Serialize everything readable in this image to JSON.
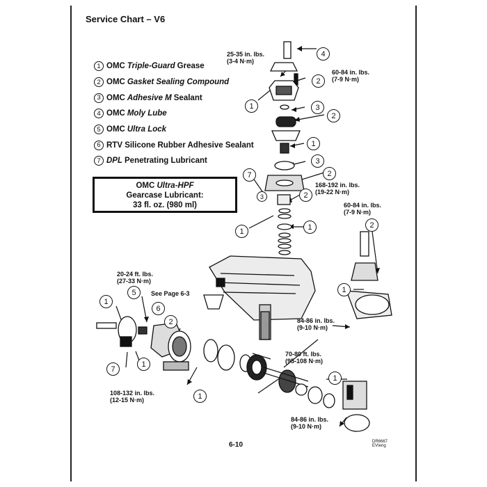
{
  "title": "Service Chart – V6",
  "legend": [
    {
      "num": "1",
      "brand": "OMC",
      "product": "Triple-Guard",
      "suffix": "Grease"
    },
    {
      "num": "2",
      "brand": "OMC",
      "product": "Gasket Sealing Compound",
      "suffix": ""
    },
    {
      "num": "3",
      "brand": "OMC",
      "product": "Adhesive M",
      "suffix": "Sealant"
    },
    {
      "num": "4",
      "brand": "OMC",
      "product": "Moly Lube",
      "suffix": ""
    },
    {
      "num": "5",
      "brand": "OMC",
      "product": "Ultra Lock",
      "suffix": ""
    },
    {
      "num": "6",
      "brand": "",
      "product": "",
      "suffix": "RTV Silicone Rubber Adhesive Sealant"
    },
    {
      "num": "7",
      "brand": "",
      "product": "DPL",
      "suffix": "Penetrating Lubricant"
    }
  ],
  "gearcase_box": {
    "brand": "OMC",
    "product": "Ultra-HPF",
    "line2": "Gearcase Lubricant:",
    "line3": "33 fl. oz. (980 ml)"
  },
  "torque_labels": {
    "t1": {
      "line1": "25-35 in. lbs.",
      "line2": "(3-4 N·m)"
    },
    "t2": {
      "line1": "60-84 in. lbs.",
      "line2": "(7-9 N·m)"
    },
    "t3": {
      "line1": "168-192 in. lbs.",
      "line2": "(19-22 N·m)"
    },
    "t4": {
      "line1": "60-84 in. lbs.",
      "line2": "(7-9 N·m)"
    },
    "t5": {
      "line1": "20-24 ft. lbs.",
      "line2": "(27-33 N·m)"
    },
    "t6": {
      "line1": "84-86 in. lbs.",
      "line2": "(9-10 N·m)"
    },
    "t7": {
      "line1": "70-80 ft. lbs.",
      "line2": "(95-108 N·m)"
    },
    "t8": {
      "line1": "108-132 in. lbs.",
      "line2": "(12-15 N·m)"
    },
    "t9": {
      "line1": "84-86 in. lbs.",
      "line2": "(9-10 N·m)"
    }
  },
  "see_page": "See Page 6-3",
  "callouts": [
    "4",
    "2",
    "1",
    "3",
    "2",
    "1",
    "3",
    "2",
    "7",
    "3",
    "2",
    "1",
    "1",
    "2",
    "1",
    "5",
    "1",
    "6",
    "2",
    "7",
    "1",
    "1",
    "1"
  ],
  "page_number": "6-10",
  "ref_code": {
    "line1": "DR6667",
    "line2": "EVIeng"
  }
}
